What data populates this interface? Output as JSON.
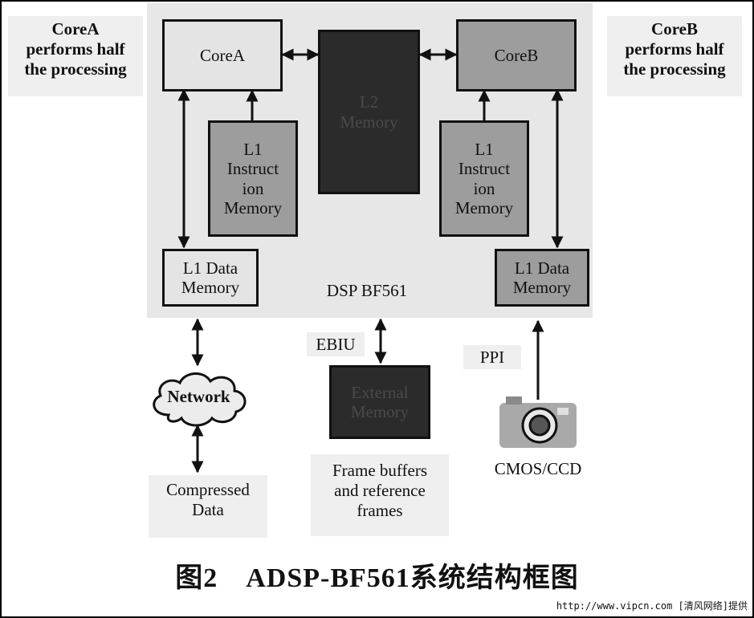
{
  "notes": {
    "corea_note": [
      "CoreA",
      "performs half",
      "the processing"
    ],
    "coreb_note": [
      "CoreB",
      "performs half",
      "the processing"
    ]
  },
  "blocks": {
    "corea": "CoreA",
    "coreb": "CoreB",
    "l2": [
      "L2",
      "Memory"
    ],
    "l1_instr_a": [
      "L1",
      "Instruct",
      "ion",
      "Memory"
    ],
    "l1_instr_b": [
      "L1",
      "Instruct",
      "ion",
      "Memory"
    ],
    "l1_data_a": [
      "L1 Data",
      "Memory"
    ],
    "l1_data_b": [
      "L1 Data",
      "Memory"
    ],
    "external_memory": [
      "External",
      "Memory"
    ]
  },
  "labels": {
    "dsp": "DSP BF561",
    "ebiu": "EBIU",
    "ppi": "PPI",
    "network": "Network",
    "compressed": [
      "Compressed",
      "Data"
    ],
    "frame_buffers": [
      "Frame buffers",
      "and reference",
      "frames"
    ],
    "camera": "CMOS/CCD"
  },
  "caption": "图2　ADSP-BF561系统结构框图",
  "footer": "http://www.vipcn.com [清风网络]提供",
  "icons": {
    "network": "cloud-icon",
    "camera": "camera-icon"
  }
}
